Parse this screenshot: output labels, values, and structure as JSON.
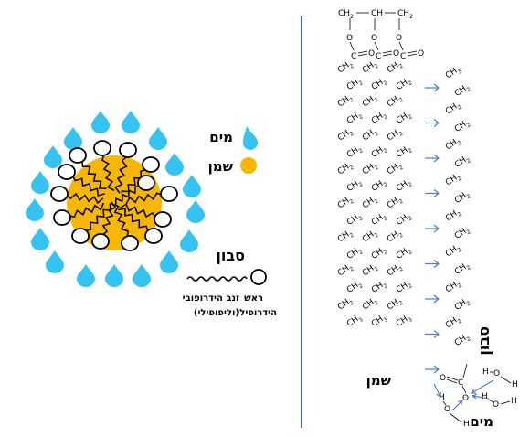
{
  "left_panel": {
    "legend": {
      "water_label": "מים",
      "oil_label": "שמן"
    },
    "soap": {
      "title": "סבון",
      "head_label_line1": "ראש",
      "head_label_line2": "הידרופילי",
      "tail_label_line1": "זנב הידרופובי",
      "tail_label_line2": "(וליפופילי)"
    },
    "colors": {
      "water": "#36c3ef",
      "oil": "#f7b600"
    }
  },
  "right_panel": {
    "glycerol_formula": {
      "ch2_a": "CH",
      "ch_b": "CH",
      "ch2_c": "CH",
      "sub2": "2"
    },
    "chain_unit": "CH",
    "chain_sub": "2",
    "chain_end": "CH",
    "chain_end_sub": "3",
    "oxygen": "O",
    "carbon": "C",
    "hydrogen": "H",
    "oil_label": "שמן",
    "soap_label": "סבון",
    "water_label": "מים",
    "arrow_color": "#4a7fc1"
  }
}
